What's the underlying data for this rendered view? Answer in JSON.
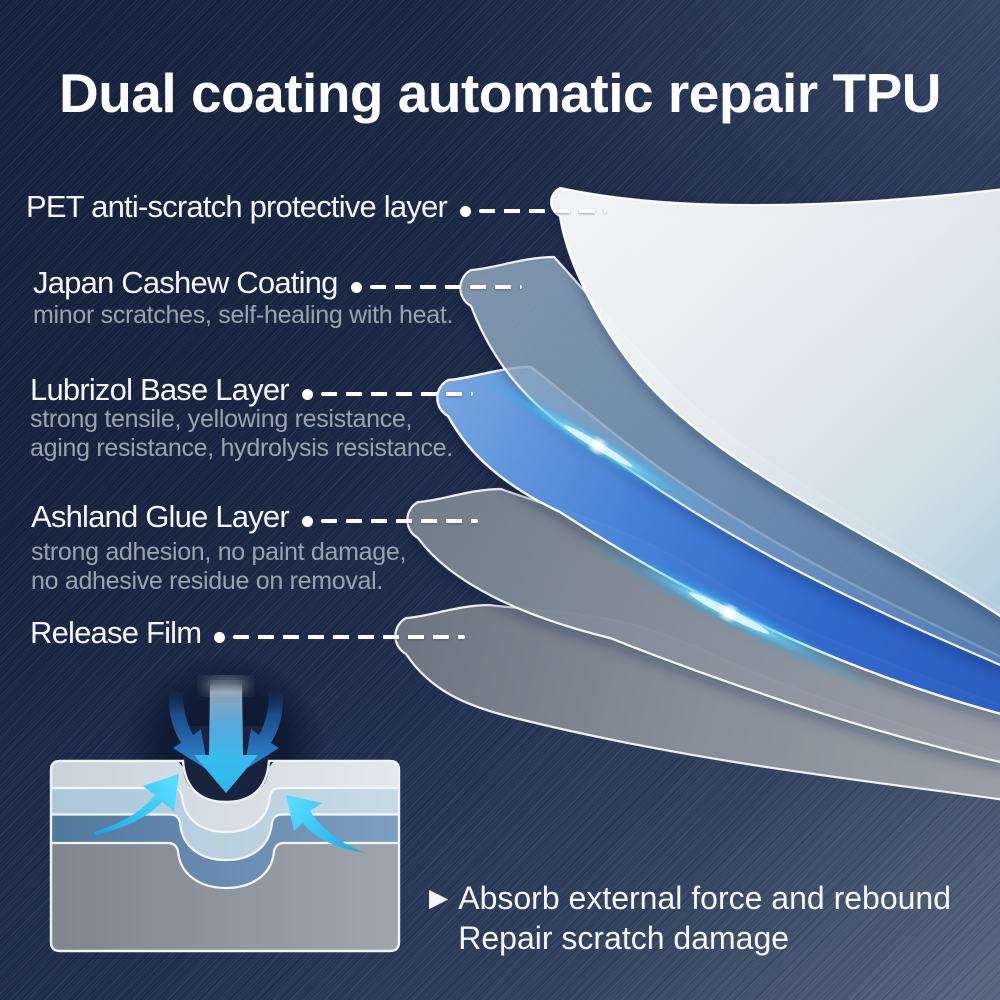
{
  "title": "Dual coating automatic repair TPU",
  "callouts": [
    {
      "label": "PET anti-scratch protective layer",
      "desc_lines": []
    },
    {
      "label": "Japan Cashew Coating",
      "desc_lines": [
        "minor scratches, self-healing with heat."
      ]
    },
    {
      "label": "Lubrizol Base Layer",
      "desc_lines": [
        "strong tensile, yellowing resistance,",
        "aging resistance, hydrolysis resistance."
      ]
    },
    {
      "label": "Ashland Glue Layer",
      "desc_lines": [
        "strong adhesion, no paint damage,",
        "no adhesive residue on removal."
      ]
    },
    {
      "label": "Release Film",
      "desc_lines": []
    }
  ],
  "footer": {
    "bullet": "▶",
    "line1": "Absorb external force and rebound",
    "line2": "Repair scratch damage"
  },
  "colors": {
    "background_top": "#15213c",
    "background_bottom_right": "#5c6b86",
    "accent_cyan": "#3fd0f8",
    "film_blue": "#2e66c6",
    "text_primary": "#f3f6f8",
    "text_secondary": "#9aa4af"
  }
}
